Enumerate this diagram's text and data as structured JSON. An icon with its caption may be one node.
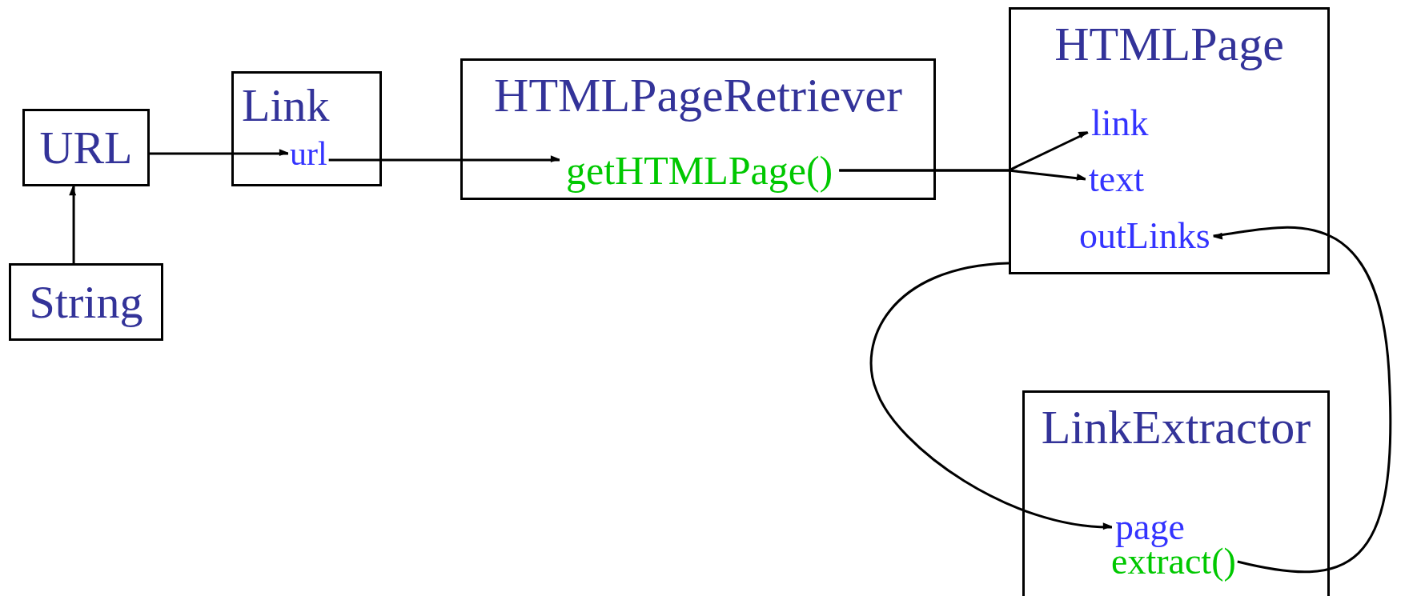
{
  "diagram": {
    "nodes": [
      {
        "text": [
          "URL"
        ]
      },
      {
        "text": [
          "String"
        ]
      },
      {
        "text": [
          "Link"
        ]
      },
      {
        "text": [
          "url"
        ],
        "in": 2
      },
      {
        "text": [
          "HTMLPageRetriever"
        ]
      },
      {
        "text": [
          "getHTMLPage()"
        ],
        "in": 4
      },
      {
        "text": [
          "HTMLPage"
        ]
      },
      {
        "text": [
          "link"
        ],
        "in": 6
      },
      {
        "text": [
          "text"
        ],
        "in": 6
      },
      {
        "text": [
          "outLinks"
        ],
        "in": 6
      },
      {
        "text": [
          "LinkExtractor"
        ]
      },
      {
        "text": [
          "page"
        ],
        "in": 10
      },
      {
        "text": [
          "extract()"
        ],
        "in": 10
      }
    ],
    "edges": [
      {
        "from": 1,
        "to": 0,
        "arrow": "to"
      },
      {
        "from": 0,
        "to": 3,
        "arrow": "to"
      },
      {
        "from": 3,
        "to": 5,
        "arrow": "to"
      },
      {
        "from": 5,
        "to": 7,
        "arrow": "to"
      },
      {
        "from": 5,
        "to": 8,
        "arrow": "to"
      },
      {
        "from": 6,
        "to": 11,
        "arrow": "to"
      },
      {
        "from": 12,
        "to": 9,
        "arrow": "to"
      }
    ]
  }
}
